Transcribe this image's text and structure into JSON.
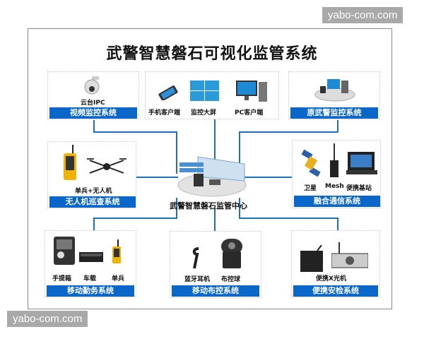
{
  "title": "武警智慧磐石可视化监管系统",
  "watermark": "yabo-com.com",
  "center": {
    "label": "武警智慧磐石监管中心",
    "icon": "command-center-icon"
  },
  "clients": {
    "items": [
      {
        "label": "手机客户端",
        "icon": "smartphone-icon"
      },
      {
        "label": "监控大屏",
        "icon": "video-wall-icon"
      },
      {
        "label": "PC客户端",
        "icon": "desktop-pc-icon"
      }
    ]
  },
  "modules": [
    {
      "id": "video",
      "title": "视频监控系统",
      "devices": [
        {
          "label": "云台IPC",
          "icon": "ptz-camera-icon"
        }
      ]
    },
    {
      "id": "legacy",
      "title": "原武警监控系统",
      "devices": [
        {
          "label": "",
          "icon": "legacy-system-icon"
        }
      ]
    },
    {
      "id": "uav",
      "title": "无人机巡查系统",
      "devices": [
        {
          "label": "单兵+无人机",
          "icon": "drone-icon"
        }
      ]
    },
    {
      "id": "comm",
      "title": "融合通信系统",
      "devices": [
        {
          "label": "卫星",
          "icon": "satellite-icon"
        },
        {
          "label": "Mesh",
          "icon": "mesh-radio-icon"
        },
        {
          "label": "便携基站",
          "icon": "rugged-laptop-icon"
        }
      ]
    },
    {
      "id": "mobile",
      "title": "移动勤务系统",
      "devices": [
        {
          "label": "手提箱",
          "icon": "suitcase-icon"
        },
        {
          "label": "车载",
          "icon": "vehicle-dvr-icon"
        },
        {
          "label": "单兵",
          "icon": "handheld-terminal-icon"
        }
      ]
    },
    {
      "id": "deploy",
      "title": "移动布控系统",
      "devices": [
        {
          "label": "蓝牙耳机",
          "icon": "bluetooth-headset-icon"
        },
        {
          "label": "布控球",
          "icon": "dome-camera-icon"
        }
      ]
    },
    {
      "id": "xray",
      "title": "便携安检系统",
      "devices": [
        {
          "label": "便携X光机",
          "icon": "xray-machine-icon"
        }
      ]
    }
  ]
}
